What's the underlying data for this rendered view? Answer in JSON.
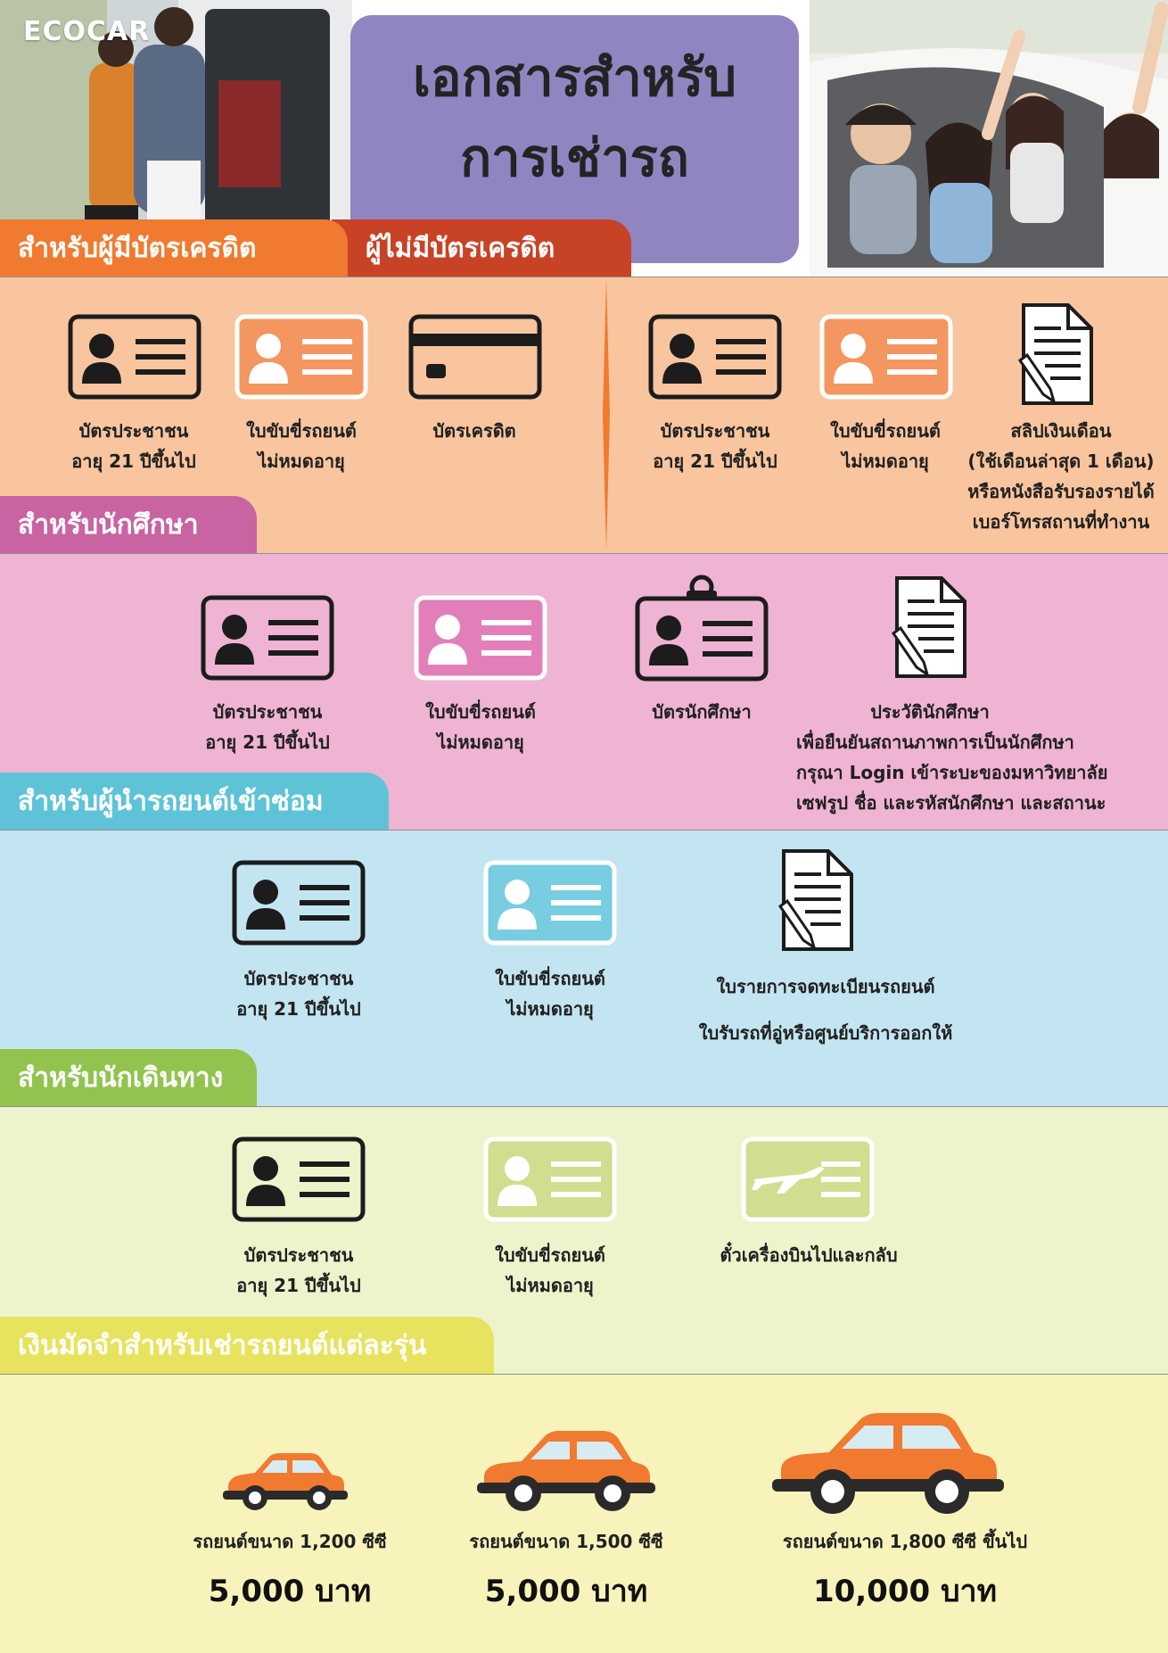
{
  "header": {
    "logo": "ECOCAR",
    "title_line1": "เอกสารสำหรับ",
    "title_line2": "การเช่ารถ"
  },
  "colors": {
    "title_box": "#9185c1",
    "credit": "#f07a2f",
    "no_credit": "#c84326",
    "student": "#c864a2",
    "repair": "#5ec3d7",
    "traveler": "#93c34f",
    "deposit": "#e8e35e"
  },
  "sections": {
    "credit": {
      "tab": "สำหรับผู้มีบัตรเครดิต",
      "items": [
        {
          "icon": "id-card-icon",
          "lines": [
            "บัตรประชาชน",
            "อายุ 21 ปีขึ้นไป"
          ]
        },
        {
          "icon": "driver-license-icon",
          "lines": [
            "ใบขับขี่รถยนต์",
            "ไม่หมดอายุ"
          ]
        },
        {
          "icon": "credit-card-icon",
          "lines": [
            "บัตรเครดิต"
          ]
        }
      ]
    },
    "no_credit": {
      "tab": "ผู้ไม่มีบัตรเครดิต",
      "items": [
        {
          "icon": "id-card-icon",
          "lines": [
            "บัตรประชาชน",
            "อายุ 21 ปีขึ้นไป"
          ]
        },
        {
          "icon": "driver-license-icon",
          "lines": [
            "ใบขับขี่รถยนต์",
            "ไม่หมดอายุ"
          ]
        },
        {
          "icon": "document-icon",
          "lines": [
            "สลิปเงินเดือน",
            "(ใช้เดือนล่าสุด 1 เดือน)",
            "หรือหนังสือรับรองรายได้",
            "เบอร์โทรสถานที่ทำงาน"
          ]
        }
      ]
    },
    "student": {
      "tab": "สำหรับนักศึกษา",
      "items": [
        {
          "icon": "id-card-icon",
          "lines": [
            "บัตรประชาชน",
            "อายุ 21 ปีขึ้นไป"
          ]
        },
        {
          "icon": "driver-license-icon",
          "lines": [
            "ใบขับขี่รถยนต์",
            "ไม่หมดอายุ"
          ]
        },
        {
          "icon": "student-card-icon",
          "lines": [
            "บัตรนักศึกษา"
          ]
        },
        {
          "icon": "document-icon",
          "lines": [
            "ประวัตินักศึกษา",
            "เพื่อยืนยันสถานภาพการเป็นนักศึกษา",
            "กรุณา Login เข้าระบะของมหาวิทยาลัย",
            "เซฟรูป ชื่อ และรหัสนักศึกษา และสถานะ"
          ]
        }
      ]
    },
    "repair": {
      "tab": "สำหรับผู้นำรถยนต์เข้าซ่อม",
      "items": [
        {
          "icon": "id-card-icon",
          "lines": [
            "บัตรประชาชน",
            "อายุ 21 ปีขึ้นไป"
          ]
        },
        {
          "icon": "driver-license-icon",
          "lines": [
            "ใบขับขี่รถยนต์",
            "ไม่หมดอายุ"
          ]
        },
        {
          "icon": "document-icon",
          "lines": [
            "ใบรายการจดทะเบียนรถยนต์",
            "ใบรับรถที่อู่หรือศูนย์บริการออกให้"
          ]
        }
      ]
    },
    "traveler": {
      "tab": "สำหรับนักเดินทาง",
      "items": [
        {
          "icon": "id-card-icon",
          "lines": [
            "บัตรประชาชน",
            "อายุ 21 ปีขึ้นไป"
          ]
        },
        {
          "icon": "driver-license-icon",
          "lines": [
            "ใบขับขี่รถยนต์",
            "ไม่หมดอายุ"
          ]
        },
        {
          "icon": "airplane-ticket-icon",
          "lines": [
            "ตั๋วเครื่องบินไปและกลับ"
          ]
        }
      ]
    },
    "deposit": {
      "tab": "เงินมัดจำสำหรับเช่ารถยนต์แต่ละรุ่น",
      "cars": [
        {
          "icon": "car-icon",
          "label": "รถยนต์ขนาด 1,200 ซีซี",
          "price": "5,000 บาท"
        },
        {
          "icon": "car-icon",
          "label": "รถยนต์ขนาด 1,500 ซีซี",
          "price": "5,000 บาท"
        },
        {
          "icon": "car-icon",
          "label": "รถยนต์ขนาด 1,800 ซีซี ขึ้นไป",
          "price": "10,000 บาท"
        }
      ]
    }
  }
}
